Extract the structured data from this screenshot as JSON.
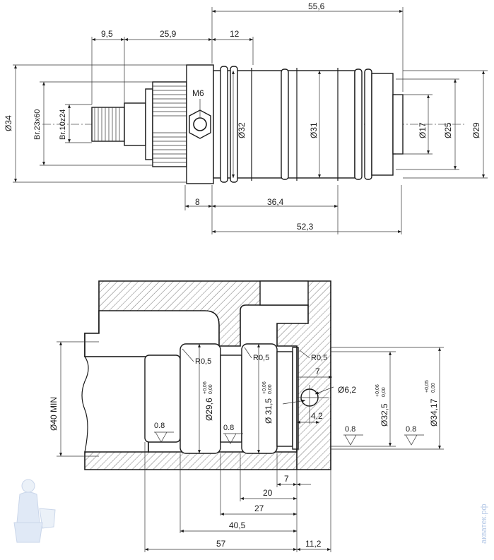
{
  "top_view": {
    "dim_overall": "55,6",
    "dim_9_5": "9,5",
    "dim_25_9": "25,9",
    "dim_12": "12",
    "dim_8": "8",
    "dim_36_4": "36,4",
    "dim_52_3": "52,3",
    "dia_34": "Ø34",
    "spline_60": "Br.23x60",
    "spline_24": "Br.10z24",
    "thread_m6": "M6",
    "dia_32": "Ø32",
    "dia_31": "Ø31",
    "dia_17": "Ø17",
    "dia_25": "Ø25",
    "dia_29": "Ø29"
  },
  "section_view": {
    "dia_40": "Ø40 MIN",
    "r1": "R0,5",
    "r2": "R0,5",
    "r3": "R0,5",
    "dia_29_6": "Ø29,6",
    "dia_29_6_tol_up": "+0,06",
    "dia_29_6_tol_lo": "0,00",
    "dia_31_5": "Ø 31,5",
    "dia_31_5_tol_up": "+0,06",
    "dia_31_5_tol_lo": "0,00",
    "dia_32_5": "Ø32,5",
    "dia_32_5_tol_up": "+0,06",
    "dia_32_5_tol_lo": "0,00",
    "dia_34_17": "Ø34,17",
    "dia_34_17_tol_up": "+0,05",
    "dia_34_17_tol_lo": "0,00",
    "hole": "Ø6,2",
    "dim_7_top": "7",
    "dim_4_2": "4,2",
    "rough_1": "0.8",
    "rough_2": "0.8",
    "rough_3": "0.8",
    "rough_4": "0.8",
    "dim_7": "7",
    "dim_20": "20",
    "dim_27": "27",
    "dim_40_5": "40,5",
    "dim_57": "57",
    "dim_11_2": "11,2"
  },
  "watermark": {
    "text": "акватек.рф",
    "icon": "plumber-mascot-icon",
    "color": "#b8cbe8"
  }
}
